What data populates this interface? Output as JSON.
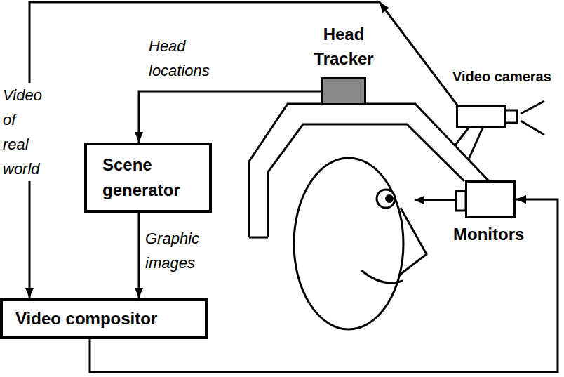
{
  "diagram": {
    "nodes": [
      {
        "text": [
          "Head Tracker"
        ]
      },
      {
        "text": [
          "Video cameras"
        ]
      },
      {
        "text": [
          "Scene generator"
        ]
      },
      {
        "text": [
          "Video compositor"
        ]
      },
      {
        "text": [
          "Monitors"
        ]
      }
    ],
    "edges": [
      {
        "from": 0,
        "to": 2,
        "arrow": "to",
        "label": "Head locations"
      },
      {
        "from": 1,
        "to": 3,
        "arrow": "to",
        "label": "Video of real world"
      },
      {
        "from": 2,
        "to": 3,
        "arrow": "to",
        "label": "Graphic images"
      },
      {
        "from": 3,
        "to": 4,
        "arrow": "to"
      }
    ]
  }
}
